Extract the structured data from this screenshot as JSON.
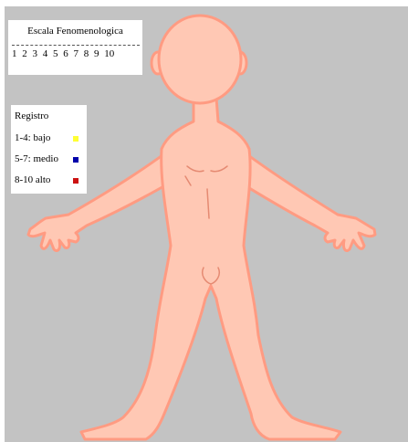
{
  "scale": {
    "title": "Escala Fenomenologica",
    "numbers": "1 2 3 4 5 6 7 8 9 10"
  },
  "legend": {
    "title": "Registro",
    "items": [
      {
        "label": "1-4: bajo",
        "color": "#ffff33"
      },
      {
        "label": "5-7: medio",
        "color": "#0000aa"
      },
      {
        "label": "8-10 alto",
        "color": "#cc1111"
      }
    ]
  },
  "colors": {
    "background": "#c3c3c3",
    "skin": "#ffc8b4",
    "outline": "#ff9b82"
  }
}
